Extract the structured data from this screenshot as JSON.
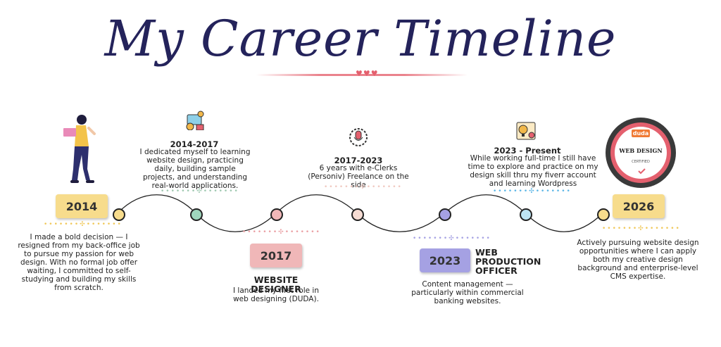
{
  "title": "My Career Timeline",
  "title_hearts": "♥♥♥",
  "colors": {
    "yellow": "#f7dc8c",
    "pink": "#f0b7b8",
    "purple": "#a5a1e3",
    "teal": "#7fbfa0",
    "navy": "#24235b"
  },
  "milestones": [
    {
      "year": "2014",
      "text": "I made a bold decision — I resigned from my back-office job to pursue my passion for web design. With no formal job offer waiting, I committed to self-studying and building my skills from scratch."
    },
    {
      "period": "2014-2017",
      "text": "I dedicated myself to learning website design, practicing daily, building sample projects, and understanding real-world applications."
    },
    {
      "year": "2017",
      "role": "WEBSITE DESIGNER",
      "text": "I landed my first role in web designing (DUDA)."
    },
    {
      "period": "2017-2023",
      "text": "6 years with e-Clerks (Personiv) Freelance on the side"
    },
    {
      "year": "2023",
      "role": "WEB PRODUCTION OFFICER",
      "text": "Content management — particularly within commercial banking websites."
    },
    {
      "period": "2023 - Present",
      "text": "While working full-time I still have time to explore and practice on my design skill thru my fiverr account and learning Wordpress"
    },
    {
      "year": "2026",
      "text": "Actively pursuing website design opportunities where I can apply both my creative design background and enterprise-level CMS expertise."
    }
  ],
  "badge": {
    "brand": "duda",
    "title": "WEB DESIGN",
    "subtitle": "CERTIFIED"
  },
  "icons": [
    "person-laptop-illustration",
    "web-design-gears-icon",
    "microphone-gear-icon",
    "bulb-gear-icon",
    "duda-certified-badge"
  ]
}
